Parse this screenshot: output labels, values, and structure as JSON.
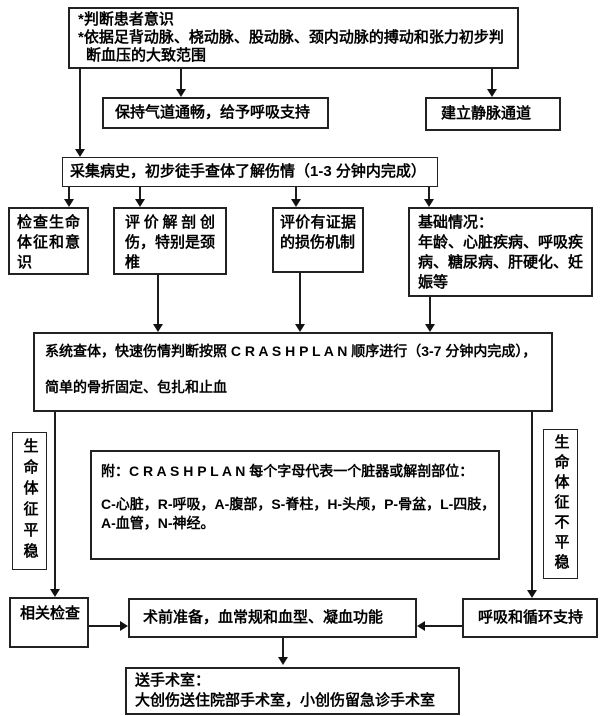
{
  "flow": {
    "assess": {
      "line1": "*判断患者意识",
      "line2": "*依据足背动脉、桡动脉、股动脉、颈内动脉的搏动和张力初步判断血压的大致范围"
    },
    "airway": {
      "label": "保持气道通畅，给予呼吸支持"
    },
    "iv_access": {
      "label": "建立静脉通道"
    },
    "history": {
      "label": "采集病史，初步徒手查体了解伤情（1-3 分钟内完成）"
    },
    "check_vitals": {
      "label": "检查生命体征和意识"
    },
    "anatomy": {
      "label": "评价解剖创伤，特别是颈椎"
    },
    "mechanism": {
      "label": "评价有证据的损伤机制"
    },
    "baseline": {
      "title": "基础情况：",
      "detail": "年龄、心脏疾病、呼吸疾病、糖尿病、肝硬化、妊娠等"
    },
    "systemic": {
      "line1": "系统查体，快速伤情判断按照 C R A S H P L A N  顺序进行（3-7 分钟内完成），",
      "line2": "简单的骨折固定、包扎和止血"
    },
    "stable": {
      "label": "生命体征平稳"
    },
    "unstable": {
      "label": "生命体征不平稳"
    },
    "note": {
      "line1": "附：C R A S H P L A N  每个字母代表一个脏器或解剖部位：",
      "line2": "C-心脏，R-呼吸，A-腹部，S-脊柱，H-头颅，P-骨盆，L-四肢，",
      "line3": "A-血管，N-神经。"
    },
    "related_exam": {
      "label": "相关检查"
    },
    "preop": {
      "label": "术前准备，血常规和血型、凝血功能"
    },
    "circ_support": {
      "label": "呼吸和循环支持"
    },
    "operating_room": {
      "line1": "送手术室：",
      "line2": "大创伤送住院部手术室，小创伤留急诊手术室"
    }
  },
  "colors": {
    "line": "#1c1c1c",
    "border": "#222222",
    "text": "#000000",
    "background": "#ffffff"
  }
}
